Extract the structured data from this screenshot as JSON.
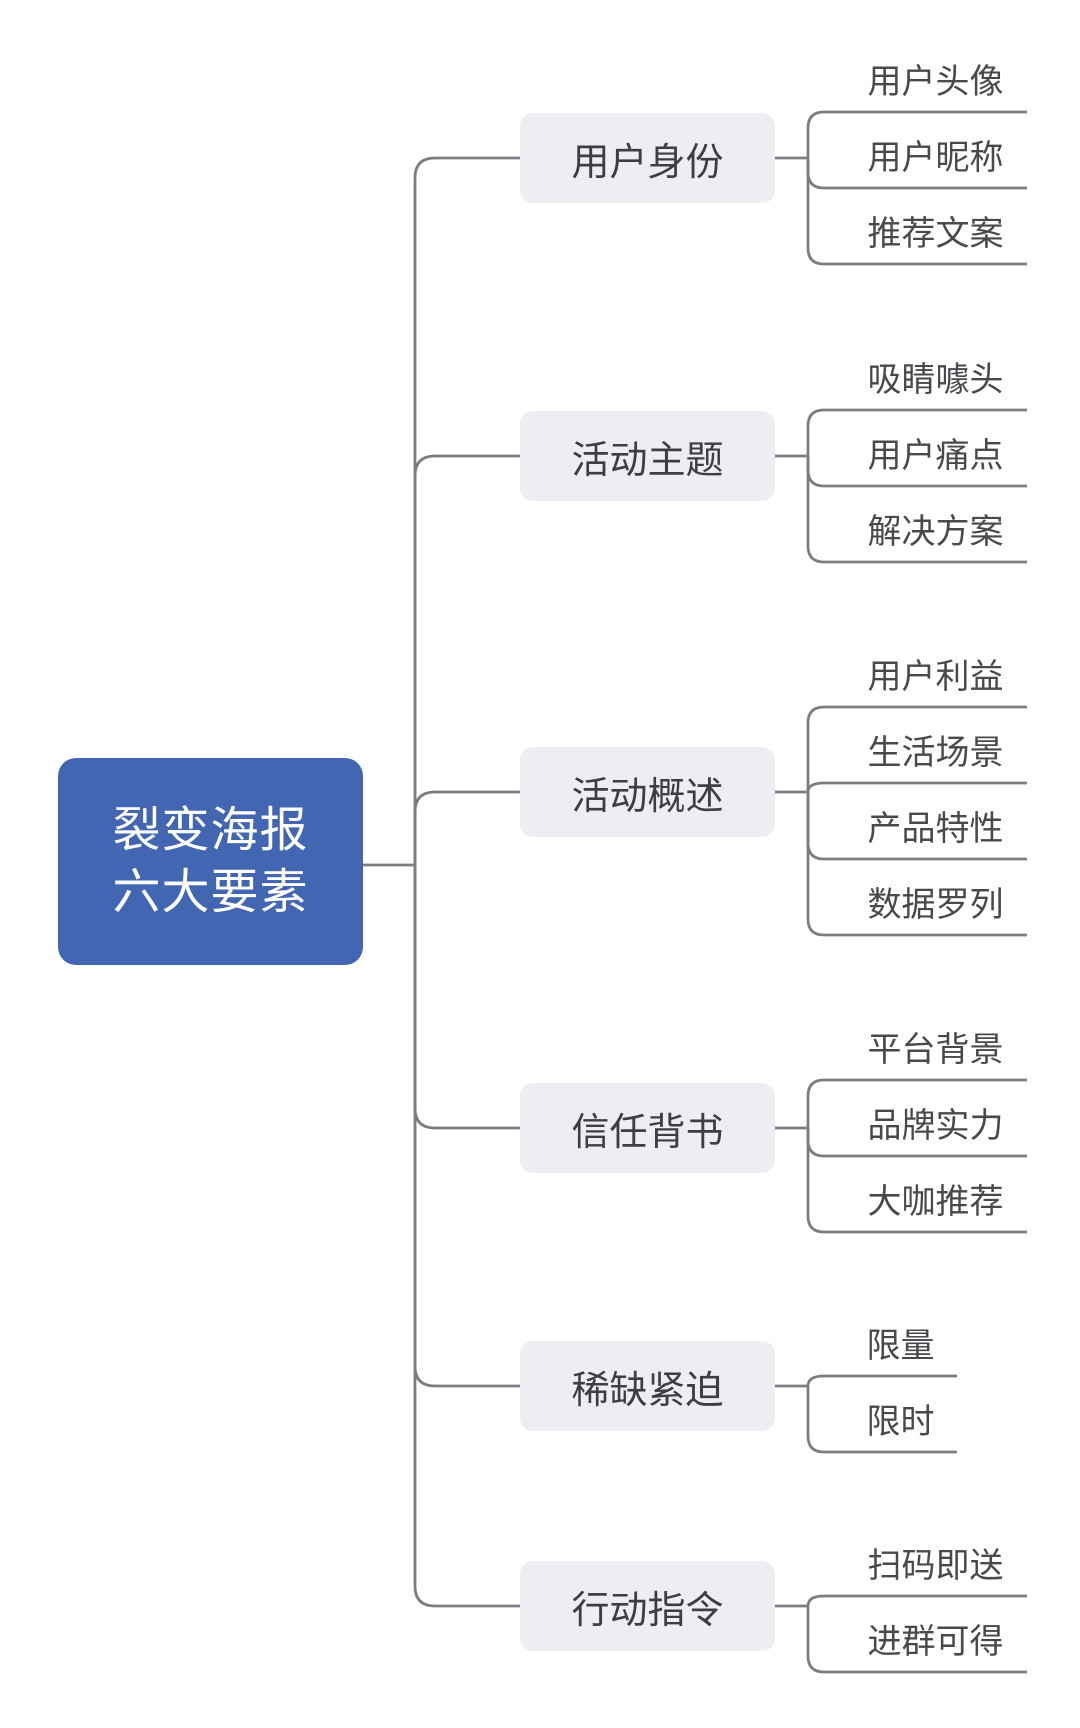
{
  "diagram": {
    "title": "裂变海报六大要素",
    "root": {
      "lines": [
        "裂变海报",
        "六大要素"
      ]
    },
    "branches": [
      {
        "label": "用户身份",
        "children": [
          {
            "label": "用户头像"
          },
          {
            "label": "用户昵称"
          },
          {
            "label": "推荐文案"
          }
        ]
      },
      {
        "label": "活动主题",
        "children": [
          {
            "label": "吸睛噱头"
          },
          {
            "label": "用户痛点"
          },
          {
            "label": "解决方案"
          }
        ]
      },
      {
        "label": "活动概述",
        "children": [
          {
            "label": "用户利益"
          },
          {
            "label": "生活场景"
          },
          {
            "label": "产品特性"
          },
          {
            "label": "数据罗列"
          }
        ]
      },
      {
        "label": "信任背书",
        "children": [
          {
            "label": "平台背景"
          },
          {
            "label": "品牌实力"
          },
          {
            "label": "大咖推荐"
          }
        ]
      },
      {
        "label": "稀缺紧迫",
        "children": [
          {
            "label": "限量"
          },
          {
            "label": "限时"
          }
        ]
      },
      {
        "label": "行动指令",
        "children": [
          {
            "label": "扫码即送"
          },
          {
            "label": "进群可得"
          }
        ]
      }
    ],
    "colors": {
      "background": "#ffffff",
      "line": "#7d7d7d",
      "root_bg": "#4266b2",
      "root_text": "#ffffff",
      "branch_bg": "#eceef4",
      "branch_text": "#3d3e42",
      "leaf_text": "#48494d"
    }
  }
}
